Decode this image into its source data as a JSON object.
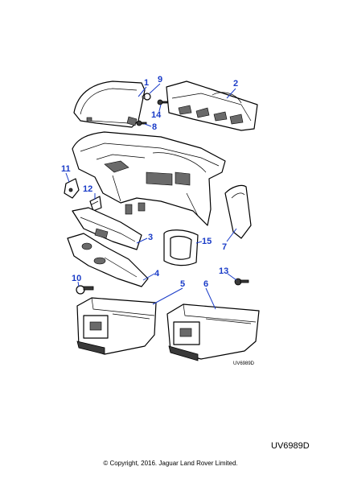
{
  "diagram": {
    "callouts": [
      "1",
      "2",
      "3",
      "4",
      "5",
      "6",
      "7",
      "8",
      "9",
      "10",
      "11",
      "12",
      "13",
      "14",
      "15"
    ],
    "inner_code": "UV6989D"
  },
  "footer": {
    "reference_code": "UV6989D",
    "copyright": "© Copyright, 2016. Jaguar Land Rover Limited."
  },
  "colors": {
    "callout": "#1a3cc8",
    "line_art": "#000000",
    "background": "#ffffff"
  }
}
